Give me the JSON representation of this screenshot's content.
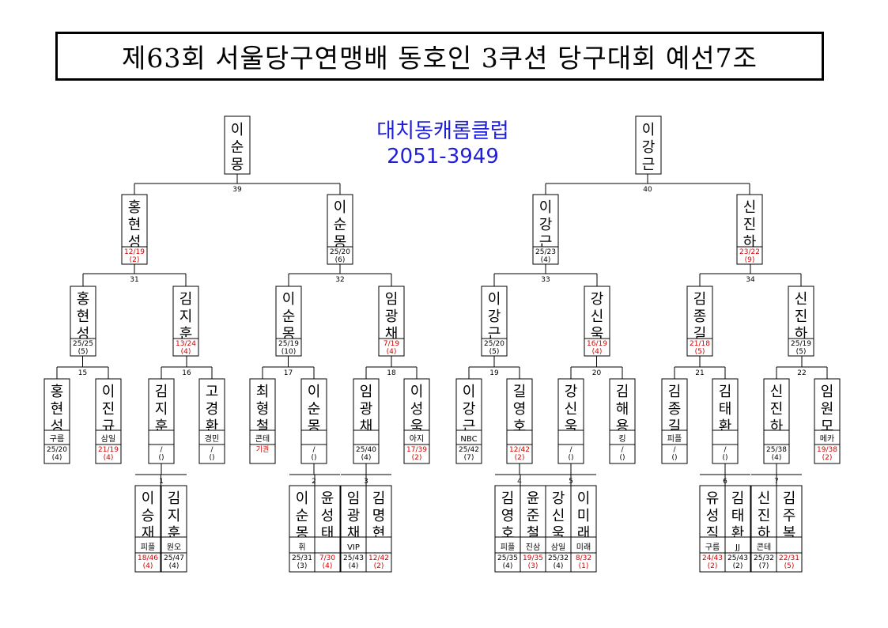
{
  "title": "제63회 서울당구연맹배 동호인 3쿠션 당구대회 예선7조",
  "club": {
    "name": "대치동캐롬클럽",
    "phone": "2051-3949"
  },
  "colors": {
    "loss_red": "#d40000",
    "club_blue": "#1f1fd6",
    "line": "#000000"
  },
  "finalists": [
    {
      "name": "이순몽"
    },
    {
      "name": "이강근"
    }
  ],
  "semi_finalists": [
    {
      "name": "홍현성",
      "score": "12/19",
      "inn": "(2)",
      "red": true
    },
    {
      "name": "이순몽",
      "score": "25/20",
      "inn": "(6)",
      "red": false
    },
    {
      "name": "이강근",
      "score": "25/23",
      "inn": "(4)",
      "red": false
    },
    {
      "name": "신진하",
      "score": "23/22",
      "inn": "(9)",
      "red": true
    }
  ],
  "quarter_finalists": [
    {
      "name": "홍현성",
      "score": "25/25",
      "inn": "(5)",
      "red": false
    },
    {
      "name": "김지훈",
      "score": "13/24",
      "inn": "(4)",
      "red": true
    },
    {
      "name": "이순몽",
      "score": "25/19",
      "inn": "(10)",
      "red": false
    },
    {
      "name": "임광채",
      "score": "7/19",
      "inn": "(4)",
      "red": true
    },
    {
      "name": "이강근",
      "score": "25/20",
      "inn": "(5)",
      "red": false
    },
    {
      "name": "강신욱",
      "score": "16/19",
      "inn": "(4)",
      "red": true
    },
    {
      "name": "김종길",
      "score": "21/18",
      "inn": "(5)",
      "red": true
    },
    {
      "name": "신진하",
      "score": "25/19",
      "inn": "(5)",
      "red": false
    }
  ],
  "round16": [
    {
      "name": "홍현성",
      "club": "구름",
      "score": "25/20",
      "inn": "(4)",
      "red": false
    },
    {
      "name": "이진규",
      "club": "삼일",
      "score": "21/19",
      "inn": "(4)",
      "red": true
    },
    {
      "name": "김지훈",
      "club": "",
      "score": "/",
      "inn": "()",
      "red": false
    },
    {
      "name": "고경환",
      "club": "경민",
      "score": "/",
      "inn": "()",
      "red": false
    },
    {
      "name": "최형철",
      "club": "콘테",
      "score": "기권",
      "inn": "",
      "red": true
    },
    {
      "name": "이순몽",
      "club": "",
      "score": "/",
      "inn": "()",
      "red": false
    },
    {
      "name": "임광채",
      "club": "",
      "score": "25/40",
      "inn": "(4)",
      "red": false
    },
    {
      "name": "이성욱",
      "club": "아지",
      "score": "17/39",
      "inn": "(2)",
      "red": true
    },
    {
      "name": "이강근",
      "club": "NBC",
      "score": "25/42",
      "inn": "(7)",
      "red": false
    },
    {
      "name": "길영호",
      "club": "",
      "score": "12/42",
      "inn": "(2)",
      "red": true
    },
    {
      "name": "강신욱",
      "club": "",
      "score": "/",
      "inn": "()",
      "red": false
    },
    {
      "name": "김해용",
      "club": "킹",
      "score": "/",
      "inn": "()",
      "red": false
    },
    {
      "name": "김종길",
      "club": "피플",
      "score": "/",
      "inn": "()",
      "red": false
    },
    {
      "name": "김태환",
      "club": "",
      "score": "/",
      "inn": "()",
      "red": false
    },
    {
      "name": "신진하",
      "club": "",
      "score": "25/38",
      "inn": "(4)",
      "red": false
    },
    {
      "name": "임원모",
      "club": "메카",
      "score": "19/38",
      "inn": "(2)",
      "red": true
    }
  ],
  "prelims": [
    {
      "no": "1",
      "players": [
        {
          "name": "이승재",
          "club": "피플",
          "score": "18/46",
          "inn": "(4)",
          "red": true
        },
        {
          "name": "김지훈",
          "club": "원오",
          "score": "25/47",
          "inn": "(4)",
          "red": false
        }
      ]
    },
    {
      "no": "2",
      "players": [
        {
          "name": "이순몽",
          "club": "휘",
          "score": "25/31",
          "inn": "(3)",
          "red": false
        },
        {
          "name": "윤성태",
          "club": "",
          "score": "7/30",
          "inn": "(4)",
          "red": true
        }
      ]
    },
    {
      "no": "3",
      "players": [
        {
          "name": "임광채",
          "club": "VIP",
          "score": "25/43",
          "inn": "(4)",
          "red": false
        },
        {
          "name": "김명현",
          "club": "",
          "score": "12/42",
          "inn": "(2)",
          "red": true
        }
      ]
    },
    {
      "no": "4",
      "players": [
        {
          "name": "김영호",
          "club": "피플",
          "score": "25/35",
          "inn": "(4)",
          "red": false
        },
        {
          "name": "윤준철",
          "club": "진삼",
          "score": "19/35",
          "inn": "(3)",
          "red": true
        }
      ]
    },
    {
      "no": "5",
      "players": [
        {
          "name": "강신욱",
          "club": "삼일",
          "score": "25/32",
          "inn": "(4)",
          "red": false
        },
        {
          "name": "이미래",
          "club": "미래",
          "score": "8/32",
          "inn": "(1)",
          "red": true
        }
      ]
    },
    {
      "no": "6",
      "players": [
        {
          "name": "유성직",
          "club": "구름",
          "score": "24/43",
          "inn": "(2)",
          "red": true
        },
        {
          "name": "김태환",
          "club": "JJ",
          "score": "25/43",
          "inn": "(2)",
          "red": false
        }
      ]
    },
    {
      "no": "7",
      "players": [
        {
          "name": "신진하",
          "club": "콘테",
          "score": "25/32",
          "inn": "(7)",
          "red": false
        },
        {
          "name": "김주복",
          "club": "",
          "score": "22/31",
          "inn": "(5)",
          "red": true
        }
      ]
    }
  ],
  "match_numbers": {
    "final": [
      "39",
      "40"
    ],
    "semi": [
      "31",
      "32",
      "33",
      "34"
    ],
    "quarter": [
      "15",
      "16",
      "17",
      "18",
      "19",
      "20",
      "21",
      "22"
    ]
  }
}
